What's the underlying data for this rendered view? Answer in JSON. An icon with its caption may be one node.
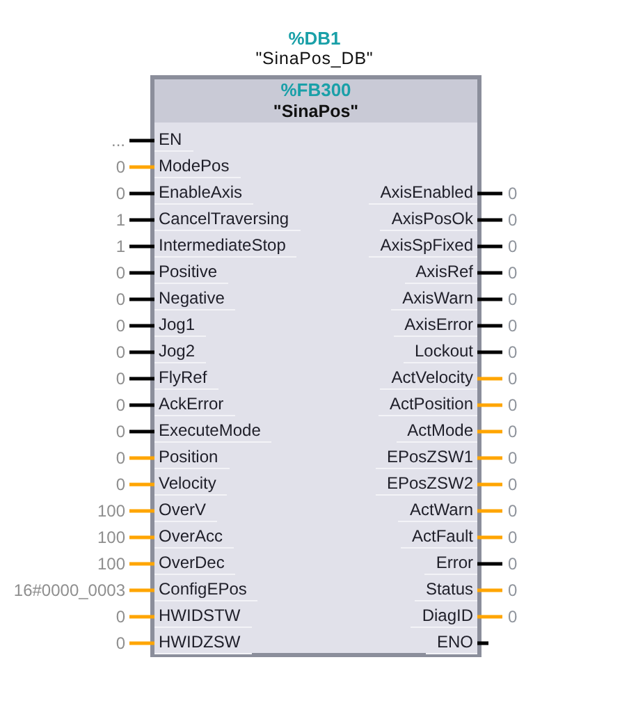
{
  "diagram": {
    "nodes": [
      {
        "text": [
          "%FB300",
          "\"SinaPos\""
        ],
        "beside": [
          "%DB1",
          "\"SinaPos_DB\""
        ]
      },
      {
        "text": [
          "..."
        ]
      },
      {
        "text": [
          "EN"
        ],
        "in": 0
      },
      {
        "text": [
          "0"
        ]
      },
      {
        "text": [
          "ModePos"
        ],
        "in": 0
      },
      {
        "text": [
          "0"
        ]
      },
      {
        "text": [
          "EnableAxis"
        ],
        "in": 0
      },
      {
        "text": [
          "AxisEnabled"
        ],
        "in": 0
      },
      {
        "text": [
          "0"
        ]
      },
      {
        "text": [
          "1"
        ]
      },
      {
        "text": [
          "CancelTraversing"
        ],
        "in": 0
      },
      {
        "text": [
          "AxisPosOk"
        ],
        "in": 0
      },
      {
        "text": [
          "0"
        ]
      },
      {
        "text": [
          "1"
        ]
      },
      {
        "text": [
          "IntermediateStop"
        ],
        "in": 0
      },
      {
        "text": [
          "AxisSpFixed"
        ],
        "in": 0
      },
      {
        "text": [
          "0"
        ]
      },
      {
        "text": [
          "0"
        ]
      },
      {
        "text": [
          "Positive"
        ],
        "in": 0
      },
      {
        "text": [
          "AxisRef"
        ],
        "in": 0
      },
      {
        "text": [
          "0"
        ]
      },
      {
        "text": [
          "0"
        ]
      },
      {
        "text": [
          "Negative"
        ],
        "in": 0
      },
      {
        "text": [
          "AxisWarn"
        ],
        "in": 0
      },
      {
        "text": [
          "0"
        ]
      },
      {
        "text": [
          "0"
        ]
      },
      {
        "text": [
          "Jog1"
        ],
        "in": 0
      },
      {
        "text": [
          "AxisError"
        ],
        "in": 0
      },
      {
        "text": [
          "0"
        ]
      },
      {
        "text": [
          "0"
        ]
      },
      {
        "text": [
          "Jog2"
        ],
        "in": 0
      },
      {
        "text": [
          "Lockout"
        ],
        "in": 0
      },
      {
        "text": [
          "0"
        ]
      },
      {
        "text": [
          "0"
        ]
      },
      {
        "text": [
          "FlyRef"
        ],
        "in": 0
      },
      {
        "text": [
          "ActVelocity"
        ],
        "in": 0
      },
      {
        "text": [
          "0"
        ]
      },
      {
        "text": [
          "0"
        ]
      },
      {
        "text": [
          "AckError"
        ],
        "in": 0
      },
      {
        "text": [
          "ActPosition"
        ],
        "in": 0
      },
      {
        "text": [
          "0"
        ]
      },
      {
        "text": [
          "0"
        ]
      },
      {
        "text": [
          "ExecuteMode"
        ],
        "in": 0
      },
      {
        "text": [
          "ActMode"
        ],
        "in": 0
      },
      {
        "text": [
          "0"
        ]
      },
      {
        "text": [
          "0"
        ]
      },
      {
        "text": [
          "Position"
        ],
        "in": 0
      },
      {
        "text": [
          "EPosZSW1"
        ],
        "in": 0
      },
      {
        "text": [
          "0"
        ]
      },
      {
        "text": [
          "0"
        ]
      },
      {
        "text": [
          "Velocity"
        ],
        "in": 0
      },
      {
        "text": [
          "EPosZSW2"
        ],
        "in": 0
      },
      {
        "text": [
          "0"
        ]
      },
      {
        "text": [
          "100"
        ]
      },
      {
        "text": [
          "OverV"
        ],
        "in": 0
      },
      {
        "text": [
          "ActWarn"
        ],
        "in": 0
      },
      {
        "text": [
          "0"
        ]
      },
      {
        "text": [
          "100"
        ]
      },
      {
        "text": [
          "OverAcc"
        ],
        "in": 0
      },
      {
        "text": [
          "ActFault"
        ],
        "in": 0
      },
      {
        "text": [
          "0"
        ]
      },
      {
        "text": [
          "100"
        ]
      },
      {
        "text": [
          "OverDec"
        ],
        "in": 0
      },
      {
        "text": [
          "Error"
        ],
        "in": 0
      },
      {
        "text": [
          "0"
        ]
      },
      {
        "text": [
          "16#0000_0003"
        ]
      },
      {
        "text": [
          "ConfigEPos"
        ],
        "in": 0
      },
      {
        "text": [
          "Status"
        ],
        "in": 0
      },
      {
        "text": [
          "0"
        ]
      },
      {
        "text": [
          "0"
        ]
      },
      {
        "text": [
          "HWIDSTW"
        ],
        "in": 0
      },
      {
        "text": [
          "DiagID"
        ],
        "in": 0
      },
      {
        "text": [
          "0"
        ]
      },
      {
        "text": [
          "0"
        ]
      },
      {
        "text": [
          "HWIDZSW"
        ],
        "in": 0
      },
      {
        "text": [
          "ENO"
        ],
        "in": 0
      }
    ],
    "edges": [
      {
        "from": 1,
        "to": 2,
        "arrow": "none"
      },
      {
        "from": 3,
        "to": 4,
        "arrow": "none",
        "color": "#ffa500"
      },
      {
        "from": 5,
        "to": 6,
        "arrow": "none"
      },
      {
        "from": 7,
        "to": 8,
        "arrow": "none"
      },
      {
        "from": 9,
        "to": 10,
        "arrow": "none"
      },
      {
        "from": 11,
        "to": 12,
        "arrow": "none"
      },
      {
        "from": 13,
        "to": 14,
        "arrow": "none"
      },
      {
        "from": 15,
        "to": 16,
        "arrow": "none"
      },
      {
        "from": 17,
        "to": 18,
        "arrow": "none"
      },
      {
        "from": 19,
        "to": 20,
        "arrow": "none"
      },
      {
        "from": 21,
        "to": 22,
        "arrow": "none"
      },
      {
        "from": 23,
        "to": 24,
        "arrow": "none"
      },
      {
        "from": 25,
        "to": 26,
        "arrow": "none"
      },
      {
        "from": 27,
        "to": 28,
        "arrow": "none"
      },
      {
        "from": 29,
        "to": 30,
        "arrow": "none"
      },
      {
        "from": 31,
        "to": 32,
        "arrow": "none"
      },
      {
        "from": 33,
        "to": 34,
        "arrow": "none"
      },
      {
        "from": 35,
        "to": 36,
        "arrow": "none",
        "color": "#ffa500"
      },
      {
        "from": 37,
        "to": 38,
        "arrow": "none"
      },
      {
        "from": 39,
        "to": 40,
        "arrow": "none",
        "color": "#ffa500"
      },
      {
        "from": 41,
        "to": 42,
        "arrow": "none"
      },
      {
        "from": 43,
        "to": 44,
        "arrow": "none",
        "color": "#ffa500"
      },
      {
        "from": 45,
        "to": 46,
        "arrow": "none",
        "color": "#ffa500"
      },
      {
        "from": 47,
        "to": 48,
        "arrow": "none",
        "color": "#ffa500"
      },
      {
        "from": 49,
        "to": 50,
        "arrow": "none",
        "color": "#ffa500"
      },
      {
        "from": 51,
        "to": 52,
        "arrow": "none",
        "color": "#ffa500"
      },
      {
        "from": 53,
        "to": 54,
        "arrow": "none",
        "color": "#ffa500"
      },
      {
        "from": 55,
        "to": 56,
        "arrow": "none",
        "color": "#ffa500"
      },
      {
        "from": 57,
        "to": 58,
        "arrow": "none",
        "color": "#ffa500"
      },
      {
        "from": 59,
        "to": 60,
        "arrow": "none",
        "color": "#ffa500"
      },
      {
        "from": 61,
        "to": 62,
        "arrow": "none",
        "color": "#ffa500"
      },
      {
        "from": 63,
        "to": 64,
        "arrow": "none"
      },
      {
        "from": 65,
        "to": 66,
        "arrow": "none",
        "color": "#ffa500"
      },
      {
        "from": 67,
        "to": 68,
        "arrow": "none",
        "color": "#ffa500"
      },
      {
        "from": 69,
        "to": 70,
        "arrow": "none",
        "color": "#ffa500"
      },
      {
        "from": 71,
        "to": 72,
        "arrow": "none",
        "color": "#ffa500"
      },
      {
        "from": 73,
        "to": 74,
        "arrow": "none",
        "color": "#ffa500"
      },
      {
        "from": 75,
        "to": null,
        "arrow": "none"
      }
    ]
  }
}
